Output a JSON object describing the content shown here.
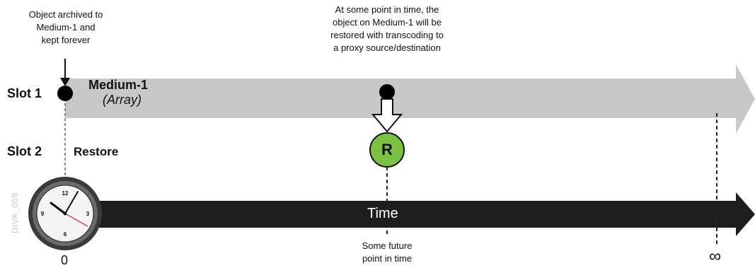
{
  "annotations": {
    "archive_note": "Object archived to\nMedium-1 and\nkept forever",
    "restore_note": "At some point in time, the\nobject on Medium-1 will be\nrestored with transcoding to\na proxy source/destination",
    "future_note": "Some future\npoint in time"
  },
  "slots": {
    "slot1": "Slot 1",
    "slot2": "Slot 2"
  },
  "medium": {
    "name": "Medium-1",
    "type": "(Array)"
  },
  "restore": {
    "label": "Restore",
    "badge": "R"
  },
  "timeline": {
    "label": "Time",
    "start": "0",
    "end": "∞"
  },
  "watermark": "DIVA_059",
  "colors": {
    "medium_arrow": "#c8c8c8",
    "time_arrow": "#1e1e1e",
    "restore_badge": "#7cc242",
    "clock_hand_second": "#d42020"
  },
  "icons": {
    "clock": "clock-icon",
    "restore": "restore-badge-icon",
    "down_arrow": "down-arrow-icon"
  }
}
